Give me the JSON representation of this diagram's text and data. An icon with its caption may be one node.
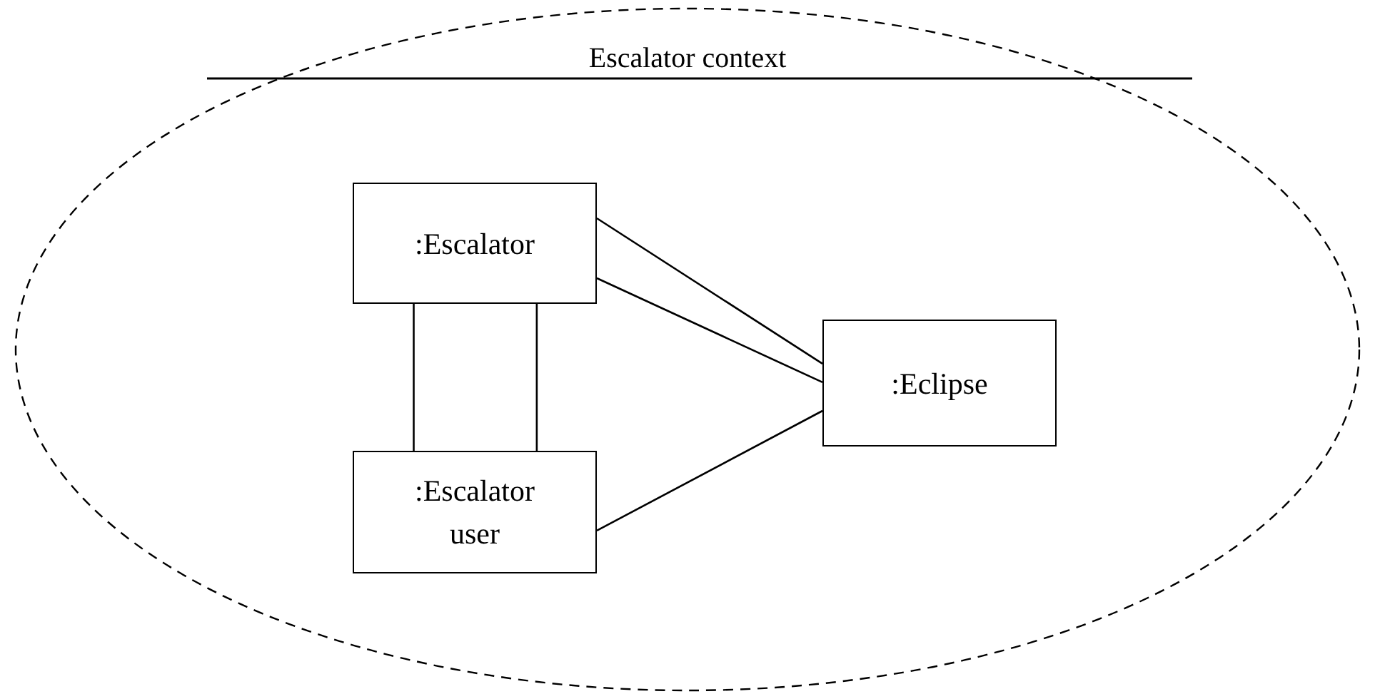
{
  "diagram": {
    "nodes": [
      {
        "text": [
          "Escalator context"
        ]
      },
      {
        "text": [
          ":Escalator"
        ],
        "in": 0
      },
      {
        "text": [
          ":Escalator user"
        ],
        "in": 0
      },
      {
        "text": [
          ":Eclipse"
        ],
        "in": 0
      }
    ],
    "edges": [
      {
        "from": 1,
        "to": 2,
        "arrow": "none"
      },
      {
        "from": 1,
        "to": 2,
        "arrow": "none"
      },
      {
        "from": 1,
        "to": 3,
        "arrow": "none"
      },
      {
        "from": 1,
        "to": 3,
        "arrow": "none"
      },
      {
        "from": 2,
        "to": 3,
        "arrow": "none"
      }
    ]
  }
}
